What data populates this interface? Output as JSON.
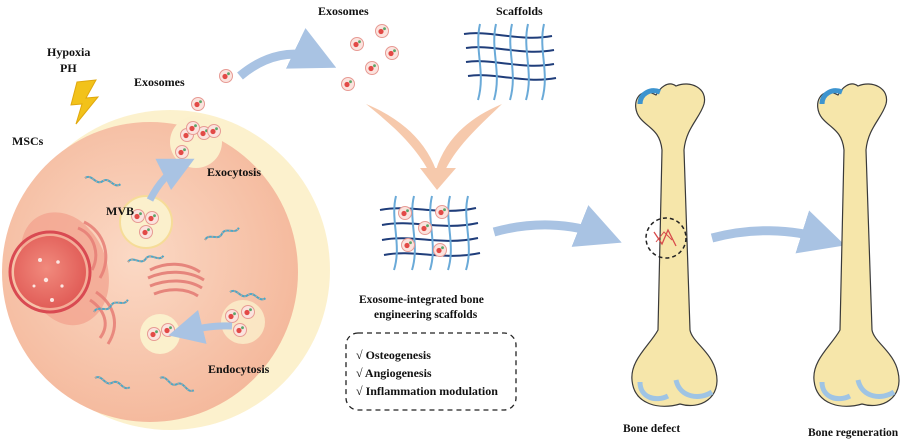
{
  "labels": {
    "hypoxia": "Hypoxia",
    "ph": "PH",
    "mscs": "MSCs",
    "exosomes_left": "Exosomes",
    "exosomes_top": "Exosomes",
    "scaffolds": "Scaffolds",
    "exocytosis": "Exocytosis",
    "mvb": "MVB",
    "endocytosis": "Endocytosis",
    "integrated_line1": "Exosome-integrated bone",
    "integrated_line2": "engineering scaffolds",
    "bone_defect": "Bone defect",
    "bone_regeneration": "Bone regeneration"
  },
  "benefits": [
    "√ Osteogenesis",
    "√ Angiogenesis",
    "√ Inflammation modulation"
  ],
  "colors": {
    "cell_fill": "#f7c3a8",
    "cell_halo": "#fcf0c8",
    "nucleus": "#e9675f",
    "arrow_blue": "#a9c3e3",
    "arrow_peach": "#f6c9ac",
    "bone": "#f6e6aa",
    "bone_outline": "#3a3a3a",
    "cartilage": "#3d94cf",
    "scaffold_navy": "#1f3d7a",
    "scaffold_light": "#6aaad8",
    "lightning": "#f2c21a"
  }
}
